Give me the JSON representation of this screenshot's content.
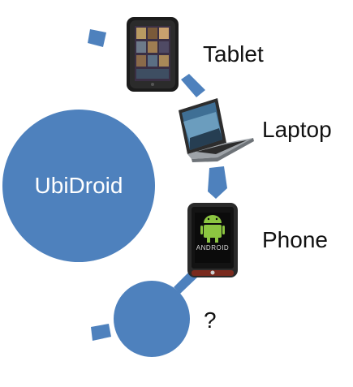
{
  "colors": {
    "accent": "#4e81bd",
    "background": "#ffffff",
    "text": "#111111"
  },
  "hub": {
    "label": "UbiDroid"
  },
  "devices": [
    {
      "id": "tablet",
      "label": "Tablet",
      "icon": "tablet-icon"
    },
    {
      "id": "laptop",
      "label": "Laptop",
      "icon": "laptop-icon"
    },
    {
      "id": "phone",
      "label": "Phone",
      "icon": "android-phone-icon"
    },
    {
      "id": "unknown",
      "label": "?",
      "icon": "circle"
    }
  ],
  "phone_screen_text": "ANDROID"
}
